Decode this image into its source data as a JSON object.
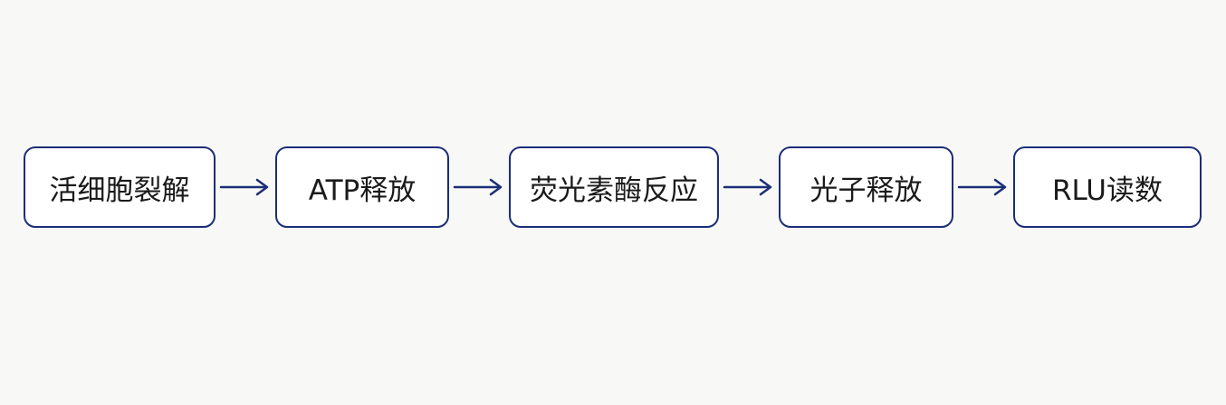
{
  "flow": {
    "steps": [
      {
        "label": "活细胞裂解"
      },
      {
        "label": "ATP释放"
      },
      {
        "label": "荧光素酶反应"
      },
      {
        "label": "光子释放"
      },
      {
        "label": "RLU读数"
      }
    ],
    "arrow_color": "#1b2e78",
    "box_border_color": "#1b2e78",
    "background_color": "#f8f8f6"
  }
}
